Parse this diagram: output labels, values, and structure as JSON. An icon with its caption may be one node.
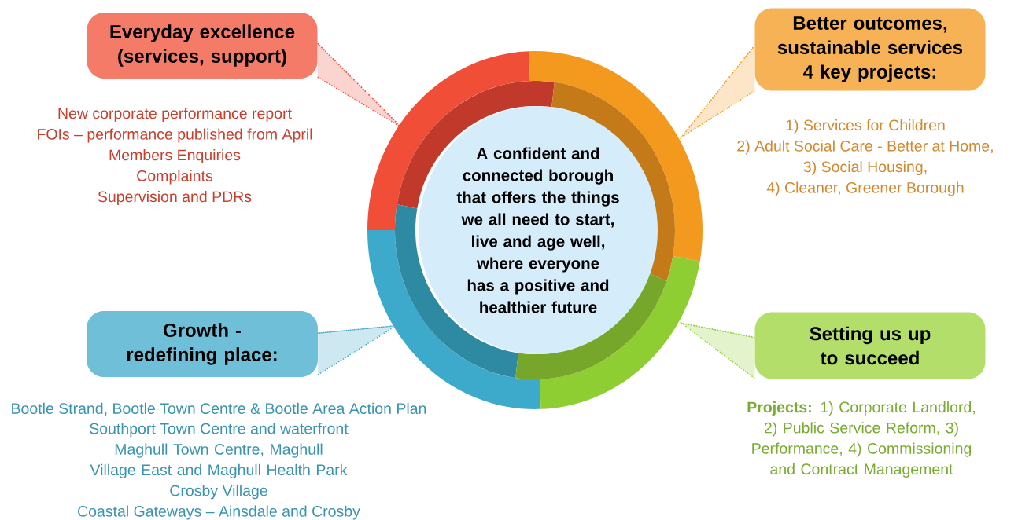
{
  "diagram": {
    "nodes": [
      {
        "text": [
          "A confident and connected borough that offers the things we all need to start, live and age well, where everyone has a positive and healthier future"
        ]
      },
      {
        "text": [
          "Everyday excellence (services, support)"
        ],
        "beside": [
          "New corporate performance report",
          "FOIs – performance published from April",
          "Members Enquiries",
          "Complaints",
          "Supervision and PDRs"
        ]
      },
      {
        "text": [
          "Better outcomes, sustainable services 4 key projects:"
        ],
        "beside": [
          "1) Services for Children",
          "2) Adult Social Care - Better at Home,",
          "3) Social Housing,",
          "4) Cleaner, Greener Borough"
        ]
      },
      {
        "text": [
          "Growth - redefining place:"
        ],
        "beside": [
          "Bootle Strand, Bootle Town Centre & Bootle Area Action Plan",
          "Southport Town Centre and waterfront",
          "Maghull Town Centre, Maghull Village East and Maghull Health Park",
          "Crosby Village",
          "Coastal Gateways – Ainsdale and Crosby"
        ]
      },
      {
        "text": [
          "Setting us up to succeed"
        ],
        "beside": [
          "**Projects:** 1) Corporate Landlord, 2) Public Service Reform, 3) Performance, 4) Commissioning and Contract Management"
        ]
      }
    ],
    "edges": [
      {
        "from": 1,
        "to": 0,
        "arrow": "none",
        "color": "#f0543e"
      },
      {
        "from": 2,
        "to": 0,
        "arrow": "none",
        "color": "#f39a1e"
      },
      {
        "from": 3,
        "to": 0,
        "arrow": "none",
        "color": "#3da5c8"
      },
      {
        "from": 4,
        "to": 0,
        "arrow": "none",
        "color": "#8fce32"
      }
    ]
  }
}
